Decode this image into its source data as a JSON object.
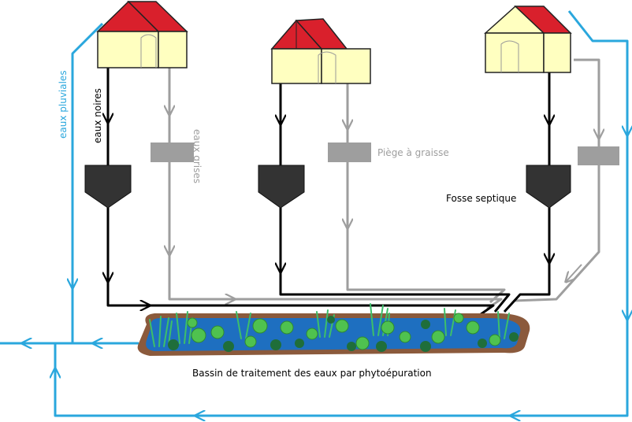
{
  "labels": {
    "eaux_pluviales": "eaux pluviales",
    "eaux_noires": "eaux noires",
    "eaux_grises": "eaux grises",
    "piege_a_graisse": "Piège à graisse",
    "fosse_septique": "Fosse septique",
    "bassin": "Bassin de traitement des eaux par phytoépuration"
  },
  "colors": {
    "rain_water": "#2aa7dd",
    "black_water": "#000000",
    "grey_water": "#9e9e9e",
    "house_wall": "#ffffc0",
    "roof": "#d9202c",
    "septic_tank": "#333333",
    "grease_trap": "#9e9e9e",
    "pond_water": "#1e6fc0",
    "pond_border": "#8b5a3c",
    "plants_light": "#4fc24f",
    "plants_dark": "#1f6e3a",
    "reeds": "#3dbf6a"
  }
}
